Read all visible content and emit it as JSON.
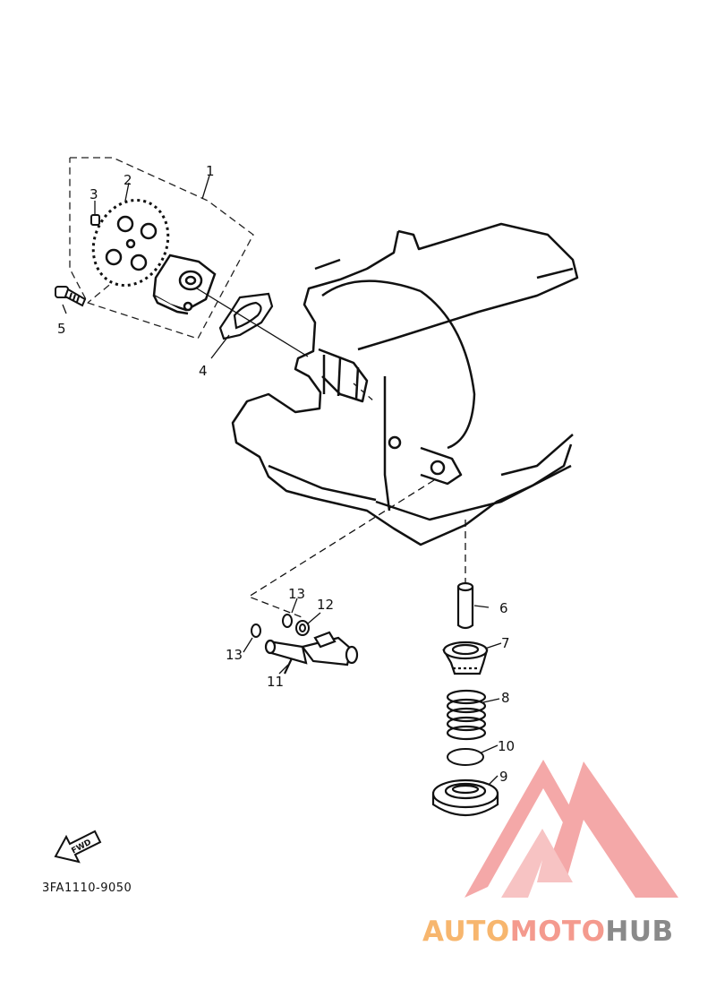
{
  "diagram": {
    "part_code": "3FA1110-9050",
    "fwd_label": "FWD",
    "labels": {
      "p1": "1",
      "p2": "2",
      "p3": "3",
      "p4": "4",
      "p5": "5",
      "p6": "6",
      "p7": "7",
      "p8": "8",
      "p9": "9",
      "p10": "10",
      "p11": "11",
      "p12": "12",
      "p13a": "13",
      "p13b": "13"
    }
  },
  "watermark": {
    "auto": "AUTO",
    "moto": "MOTO",
    "hub": "HUB",
    "colors": {
      "auto": "#f7b66e",
      "moto": "#f49a8e",
      "hub": "#8a8a8a",
      "logo": "#f39a9a"
    }
  }
}
